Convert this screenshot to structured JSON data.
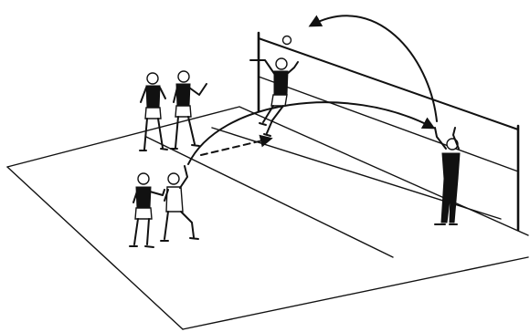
{
  "diagram": {
    "subject": "volleyball-drill-illustration",
    "colors": {
      "ink": "#111111",
      "paper": "#ffffff"
    },
    "players": [
      {
        "id": "back-left",
        "role": "waiting"
      },
      {
        "id": "back-right",
        "role": "waiting"
      },
      {
        "id": "front-left",
        "role": "receiving"
      },
      {
        "id": "front-right",
        "role": "passing"
      },
      {
        "id": "spiker",
        "role": "attacking-jump"
      },
      {
        "id": "opponent",
        "role": "setting-at-net"
      }
    ],
    "arrows": [
      {
        "id": "high-arc",
        "style": "solid"
      },
      {
        "id": "long-pass",
        "style": "solid"
      },
      {
        "id": "short-pass",
        "style": "dashed"
      }
    ]
  }
}
